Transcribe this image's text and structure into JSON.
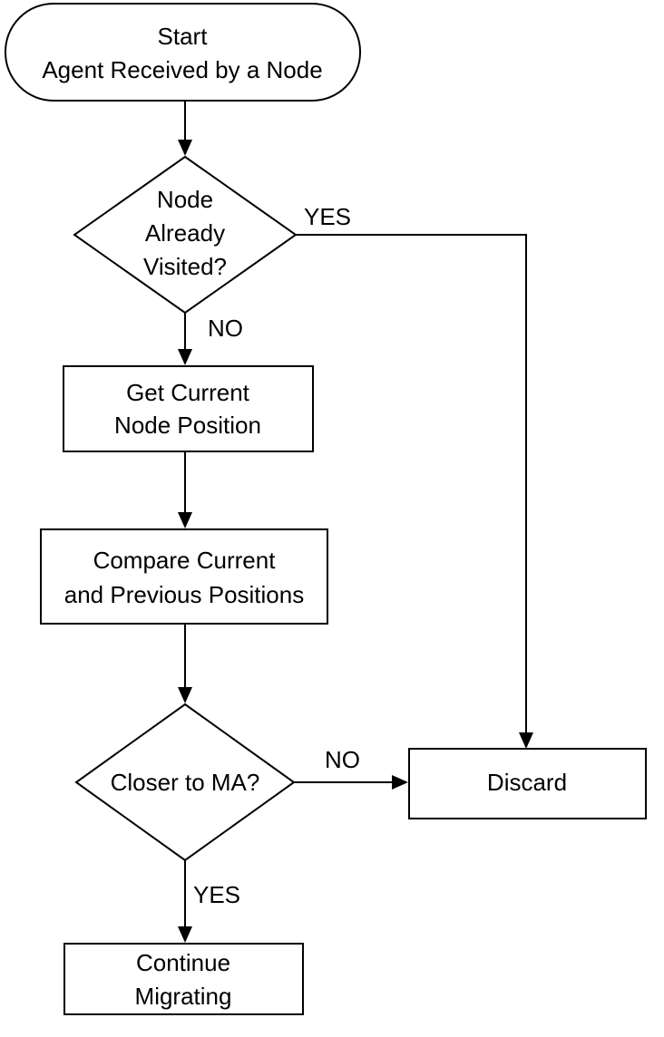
{
  "nodes": {
    "start": {
      "line1": "Start",
      "line2": "Agent Received by a Node"
    },
    "visited": {
      "line1": "Node",
      "line2": "Already",
      "line3": "Visited?"
    },
    "get_position": {
      "line1": "Get Current",
      "line2": "Node Position"
    },
    "compare": {
      "line1": "Compare Current",
      "line2": "and Previous Positions"
    },
    "closer": {
      "line1": "Closer to MA?"
    },
    "discard": {
      "line1": "Discard"
    },
    "continue": {
      "line1": "Continue",
      "line2": "Migrating"
    }
  },
  "edge_labels": {
    "visited_yes": "YES",
    "visited_no": "NO",
    "closer_no": "NO",
    "closer_yes": "YES"
  },
  "colors": {
    "stroke": "#000000",
    "fill": "#ffffff",
    "text": "#000000"
  }
}
